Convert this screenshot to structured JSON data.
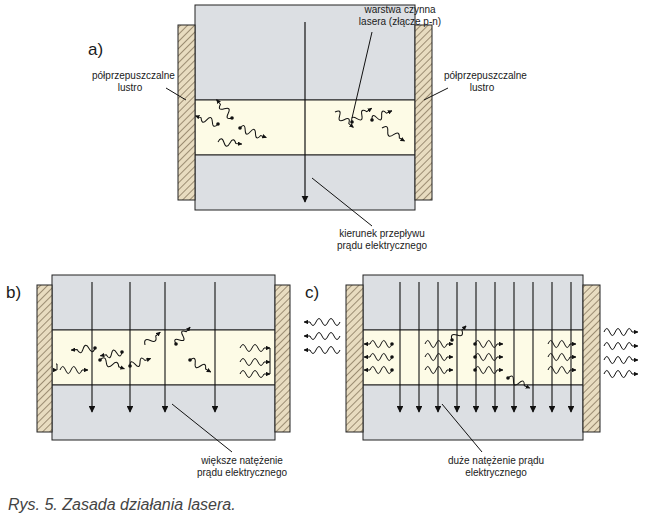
{
  "diagram": {
    "caption": "Rys. 5. Zasada działania lasera.",
    "labels": [
      "a)",
      "warstwa czynna lasera (złącze p-n)",
      "półprzepuszczalne lustro",
      "półprzepuszczalne lustro",
      "kierunek przepływu prądu elektrycznego",
      "b)",
      "c)",
      "większe natężenie prądu elektrycznego",
      "duże natężenie prądu elektrycznego"
    ]
  }
}
